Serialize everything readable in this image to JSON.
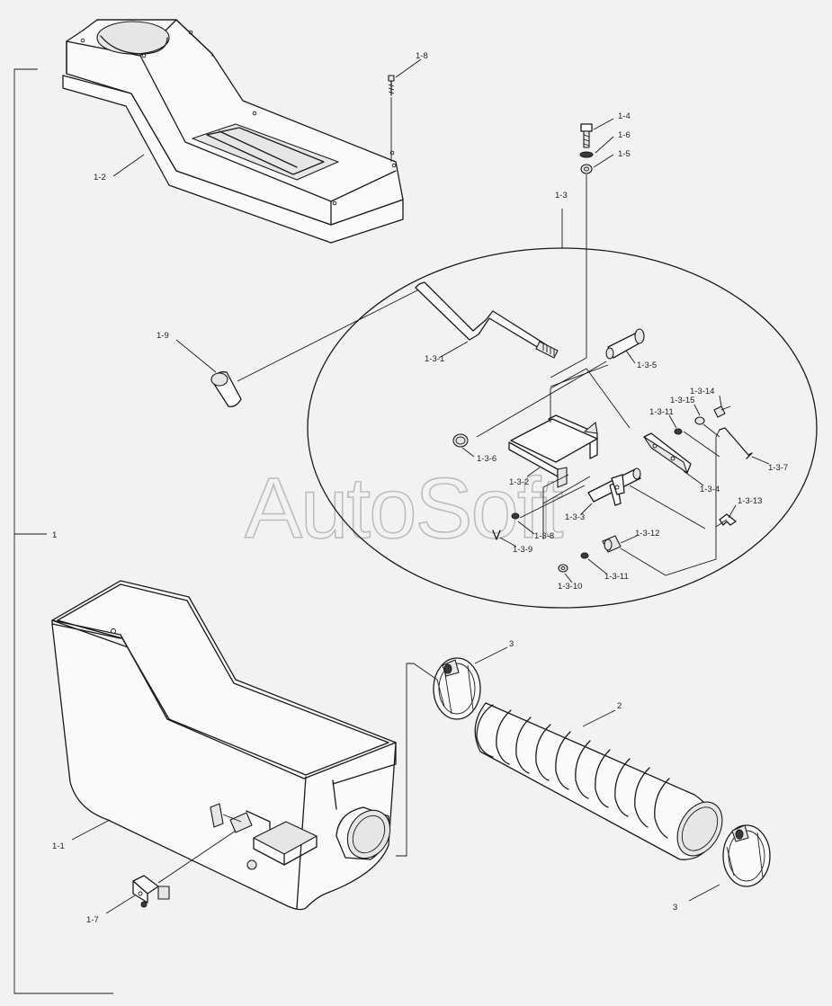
{
  "watermark": "AutoSoft",
  "labels": {
    "l1": "1",
    "l1_1": "1-1",
    "l1_2": "1-2",
    "l1_3": "1-3",
    "l1_4": "1-4",
    "l1_5": "1-5",
    "l1_6": "1-6",
    "l1_7": "1-7",
    "l1_8": "1-8",
    "l1_9": "1-9",
    "l1_3_1": "1-3-1",
    "l1_3_2": "1-3-2",
    "l1_3_3": "1-3-3",
    "l1_3_4": "1-3-4",
    "l1_3_5": "1-3-5",
    "l1_3_6": "1-3-6",
    "l1_3_7": "1-3-7",
    "l1_3_8": "1-3-8",
    "l1_3_9": "1-3-9",
    "l1_3_10": "1-3-10",
    "l1_3_11a": "1-3-11",
    "l1_3_11b": "1-3-11",
    "l1_3_12": "1-3-12",
    "l1_3_13": "1-3-13",
    "l1_3_14": "1-3-14",
    "l1_3_15": "1-3-15",
    "l2": "2",
    "l3a": "3",
    "l3b": "3"
  }
}
